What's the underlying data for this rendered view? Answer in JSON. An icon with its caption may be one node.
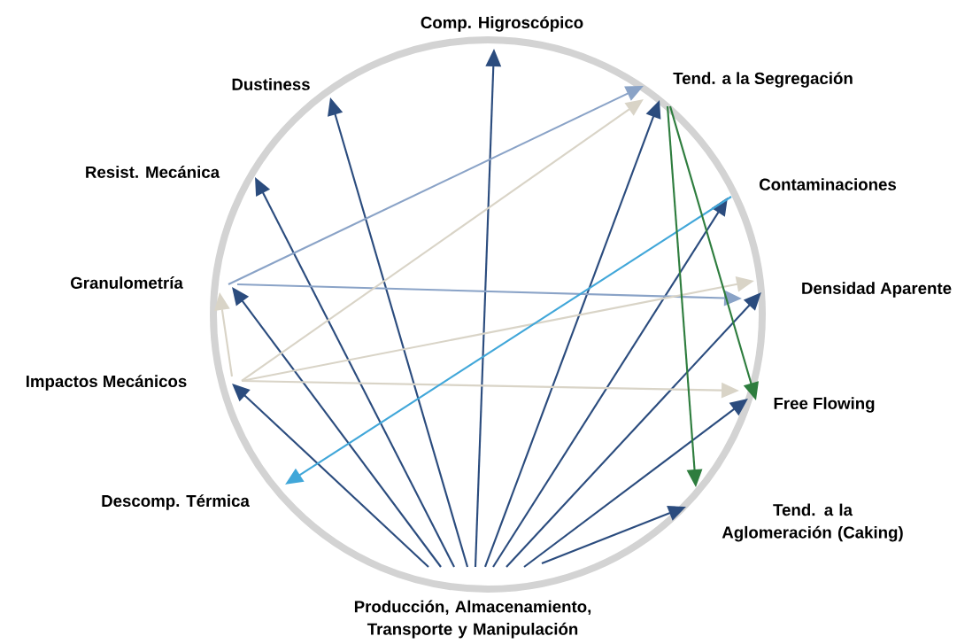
{
  "diagram": {
    "nodes": [
      {
        "text": [
          "Comp. Higroscópico"
        ]
      },
      {
        "text": [
          "Dustiness"
        ]
      },
      {
        "text": [
          "Tend. a la Segregación"
        ]
      },
      {
        "text": [
          "Resist. Mecánica"
        ]
      },
      {
        "text": [
          "Contaminaciones"
        ]
      },
      {
        "text": [
          "Granulometría"
        ]
      },
      {
        "text": [
          "Densidad Aparente"
        ]
      },
      {
        "text": [
          "Impactos Mecánicos"
        ]
      },
      {
        "text": [
          "Free Flowing"
        ]
      },
      {
        "text": [
          "Descomp. Térmica"
        ]
      },
      {
        "text": [
          "Tend. a la Aglomeración (Caking)"
        ]
      },
      {
        "text": [
          "Producción, Almacenamiento, Transporte y Manipulación"
        ]
      }
    ],
    "edges": [
      {
        "from": 11,
        "to": 7,
        "arrow": "to"
      },
      {
        "from": 11,
        "to": 5,
        "arrow": "to"
      },
      {
        "from": 11,
        "to": 3,
        "arrow": "to"
      },
      {
        "from": 11,
        "to": 1,
        "arrow": "to"
      },
      {
        "from": 11,
        "to": 0,
        "arrow": "to"
      },
      {
        "from": 11,
        "to": 2,
        "arrow": "to"
      },
      {
        "from": 11,
        "to": 4,
        "arrow": "to"
      },
      {
        "from": 11,
        "to": 6,
        "arrow": "to"
      },
      {
        "from": 11,
        "to": 8,
        "arrow": "to"
      },
      {
        "from": 11,
        "to": 10,
        "arrow": "to"
      },
      {
        "from": 5,
        "to": 2,
        "arrow": "to",
        "color": "#8aa3c7"
      },
      {
        "from": 5,
        "to": 6,
        "arrow": "to",
        "color": "#8aa3c7"
      },
      {
        "from": 7,
        "to": 5,
        "arrow": "to",
        "color": "#d9d4c7"
      },
      {
        "from": 7,
        "to": 2,
        "arrow": "to",
        "color": "#d9d4c7"
      },
      {
        "from": 7,
        "to": 6,
        "arrow": "to",
        "color": "#d9d4c7"
      },
      {
        "from": 7,
        "to": 8,
        "arrow": "to",
        "color": "#d9d4c7"
      },
      {
        "from": 4,
        "to": 9,
        "arrow": "to",
        "color": "#41a7d9"
      },
      {
        "from": 2,
        "to": 8,
        "arrow": "to",
        "color": "#2e7d3e"
      },
      {
        "from": 2,
        "to": 10,
        "arrow": "to",
        "color": "#2e7d3e"
      }
    ]
  }
}
